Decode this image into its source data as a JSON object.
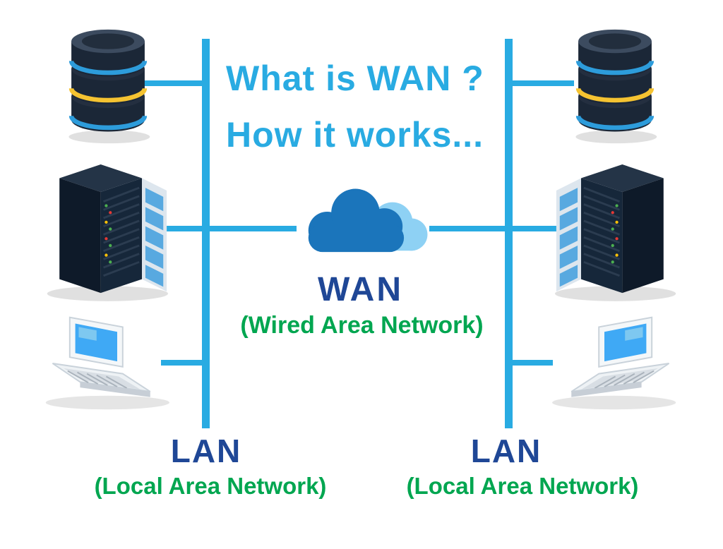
{
  "title": {
    "line1": "What is WAN ?",
    "line2": "How it works..."
  },
  "center": {
    "wan_label": "WAN",
    "wan_sublabel": "(Wired Area Network)"
  },
  "bottom": {
    "lan_left": {
      "label": "LAN",
      "sublabel": "(Local Area Network)"
    },
    "lan_right": {
      "label": "LAN",
      "sublabel": "(Local Area Network)"
    }
  },
  "colors": {
    "line_cyan": "#29abe2",
    "title_cyan": "#29abe2",
    "label_navy": "#1f4796",
    "sublabel_green": "#00a650",
    "cloud_dark": "#1b75bb",
    "cloud_light": "#8ed1f4",
    "db_band_blue": "#2d9cdb",
    "db_band_yellow": "#f5c331"
  },
  "icons": {
    "left": [
      "database-icon",
      "server-rack-icon",
      "laptop-icon"
    ],
    "center": "cloud-icon",
    "right": [
      "database-icon",
      "server-rack-icon",
      "laptop-icon"
    ]
  }
}
